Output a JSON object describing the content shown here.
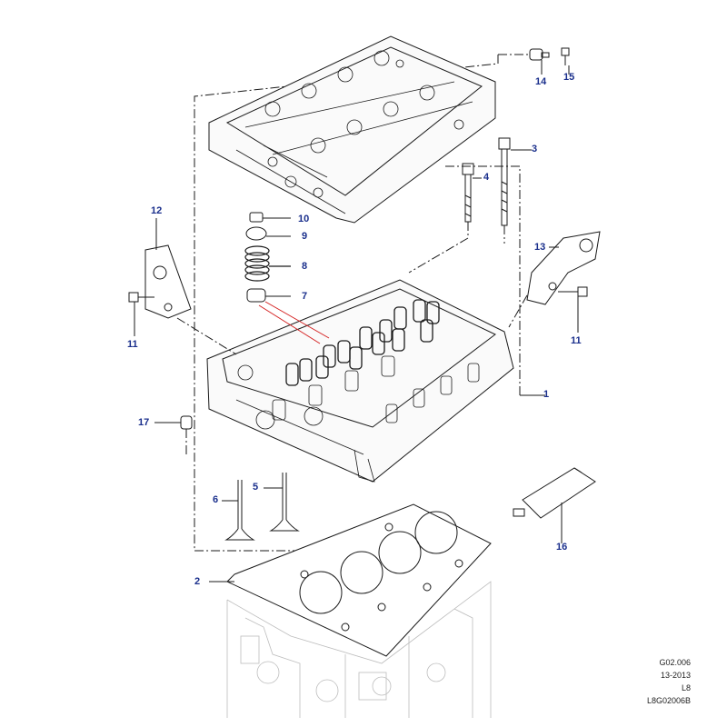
{
  "colors": {
    "callout": "#1a2f8c",
    "line": "#1a1a1a",
    "highlight": "#d42020",
    "ghost": "#bdbdbd"
  },
  "callouts": [
    {
      "id": "c1",
      "label": "1"
    },
    {
      "id": "c2",
      "label": "2"
    },
    {
      "id": "c3",
      "label": "3"
    },
    {
      "id": "c4",
      "label": "4"
    },
    {
      "id": "c5",
      "label": "5"
    },
    {
      "id": "c6",
      "label": "6"
    },
    {
      "id": "c7",
      "label": "7"
    },
    {
      "id": "c8",
      "label": "8"
    },
    {
      "id": "c9",
      "label": "9"
    },
    {
      "id": "c10",
      "label": "10"
    },
    {
      "id": "c11a",
      "label": "11"
    },
    {
      "id": "c11b",
      "label": "11"
    },
    {
      "id": "c12",
      "label": "12"
    },
    {
      "id": "c13",
      "label": "13"
    },
    {
      "id": "c14",
      "label": "14"
    },
    {
      "id": "c15",
      "label": "15"
    },
    {
      "id": "c16",
      "label": "16"
    },
    {
      "id": "c17",
      "label": "17"
    }
  ],
  "reference": {
    "code": "G02.006",
    "date": "13-2013",
    "model": "L8",
    "illustration_id": "L8G02006B"
  }
}
